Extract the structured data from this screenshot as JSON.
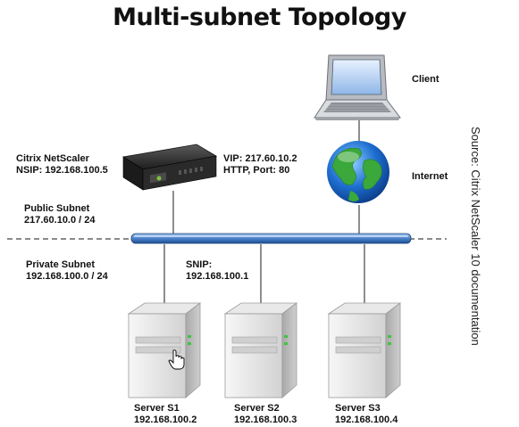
{
  "title": "Multi-subnet Topology",
  "source": "Source: Citrix NetScaler 10 documentation",
  "client": {
    "label": "Client"
  },
  "internet": {
    "label": "Internet"
  },
  "netscaler": {
    "name": "Citrix NetScaler",
    "nsip": "NSIP: 192.168.100.5"
  },
  "vip": {
    "line1": "VIP: 217.60.10.2",
    "line2": "HTTP, Port: 80"
  },
  "public_subnet": {
    "name": "Public Subnet",
    "range": "217.60.10.0 / 24"
  },
  "private_subnet": {
    "name": "Private Subnet",
    "range": "192.168.100.0 / 24"
  },
  "snip": {
    "name": "SNIP:",
    "ip": "192.168.100.1"
  },
  "servers": [
    {
      "name": "Server S1",
      "ip": "192.168.100.2"
    },
    {
      "name": "Server S2",
      "ip": "192.168.100.3"
    },
    {
      "name": "Server S3",
      "ip": "192.168.100.4"
    }
  ],
  "colors": {
    "bus": "#3a6fb8",
    "globe_ocean": "#1e6fd0",
    "globe_land": "#3aa83a",
    "server_led": "#3ec43e"
  },
  "icons": [
    "laptop-icon",
    "globe-icon",
    "netscaler-appliance-icon",
    "server-icon",
    "hand-cursor-icon"
  ]
}
